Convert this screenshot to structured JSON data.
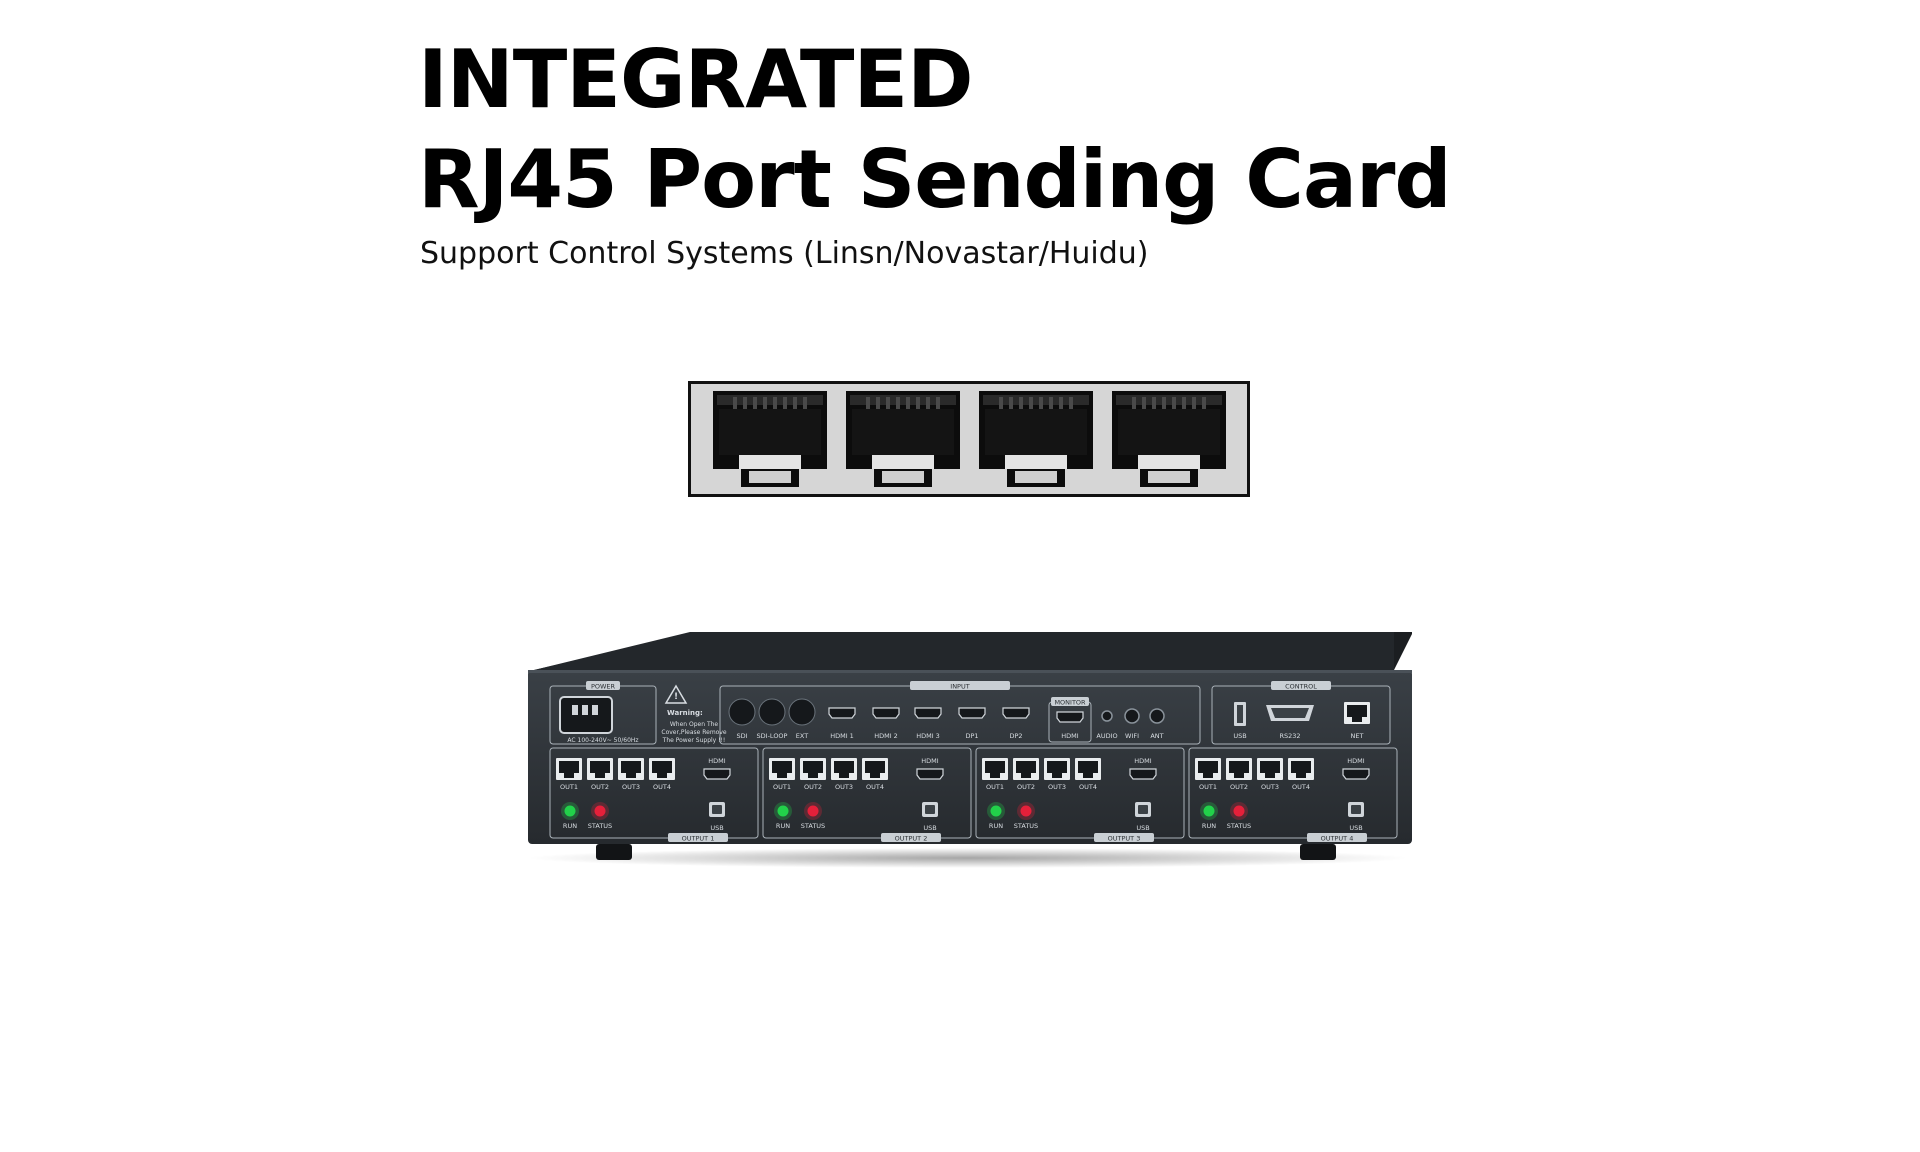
{
  "header": {
    "line1": "INTEGRATED",
    "line2": "RJ45 Port Sending Card",
    "subtitle": "Support Control Systems (Linsn/Novastar/Huidu)"
  },
  "rj45_strip": {
    "port_count": 4
  },
  "device": {
    "power_label": "POWER",
    "power_rating": "AC 100-240V~ 50/60Hz",
    "warning_title": "Warning:",
    "warning_lines": [
      "When Open The",
      "Cover,Please Remove",
      "The Power Supply !!!"
    ],
    "input_label": "INPUT",
    "input_ports": [
      "SDI",
      "SDI-LOOP",
      "EXT",
      "HDMI 1",
      "HDMI 2",
      "HDMI 3",
      "DP1",
      "DP2"
    ],
    "monitor_label": "MONITOR",
    "monitor_ports": [
      "HDMI",
      "AUDIO",
      "WIFI",
      "ANT"
    ],
    "control_label": "CONTROL",
    "control_ports": [
      "USB",
      "RS232",
      "NET"
    ],
    "output_groups": [
      {
        "label": "OUTPUT 1",
        "outs": [
          "OUT1",
          "OUT2",
          "OUT3",
          "OUT4"
        ],
        "hdmi": "HDMI",
        "usb": "USB",
        "run": "RUN",
        "status": "STATUS"
      },
      {
        "label": "OUTPUT 2",
        "outs": [
          "OUT1",
          "OUT2",
          "OUT3",
          "OUT4"
        ],
        "hdmi": "HDMI",
        "usb": "USB",
        "run": "RUN",
        "status": "STATUS"
      },
      {
        "label": "OUTPUT 3",
        "outs": [
          "OUT1",
          "OUT2",
          "OUT3",
          "OUT4"
        ],
        "hdmi": "HDMI",
        "usb": "USB",
        "run": "RUN",
        "status": "STATUS"
      },
      {
        "label": "OUTPUT 4",
        "outs": [
          "OUT1",
          "OUT2",
          "OUT3",
          "OUT4"
        ],
        "hdmi": "HDMI",
        "usb": "USB",
        "run": "RUN",
        "status": "STATUS"
      }
    ]
  },
  "colors": {
    "chassis": "#2f3439",
    "chassis_top": "#1d2124",
    "led_run": "#22d14a",
    "led_status": "#e5203a",
    "port_metal": "#e9ecee"
  }
}
